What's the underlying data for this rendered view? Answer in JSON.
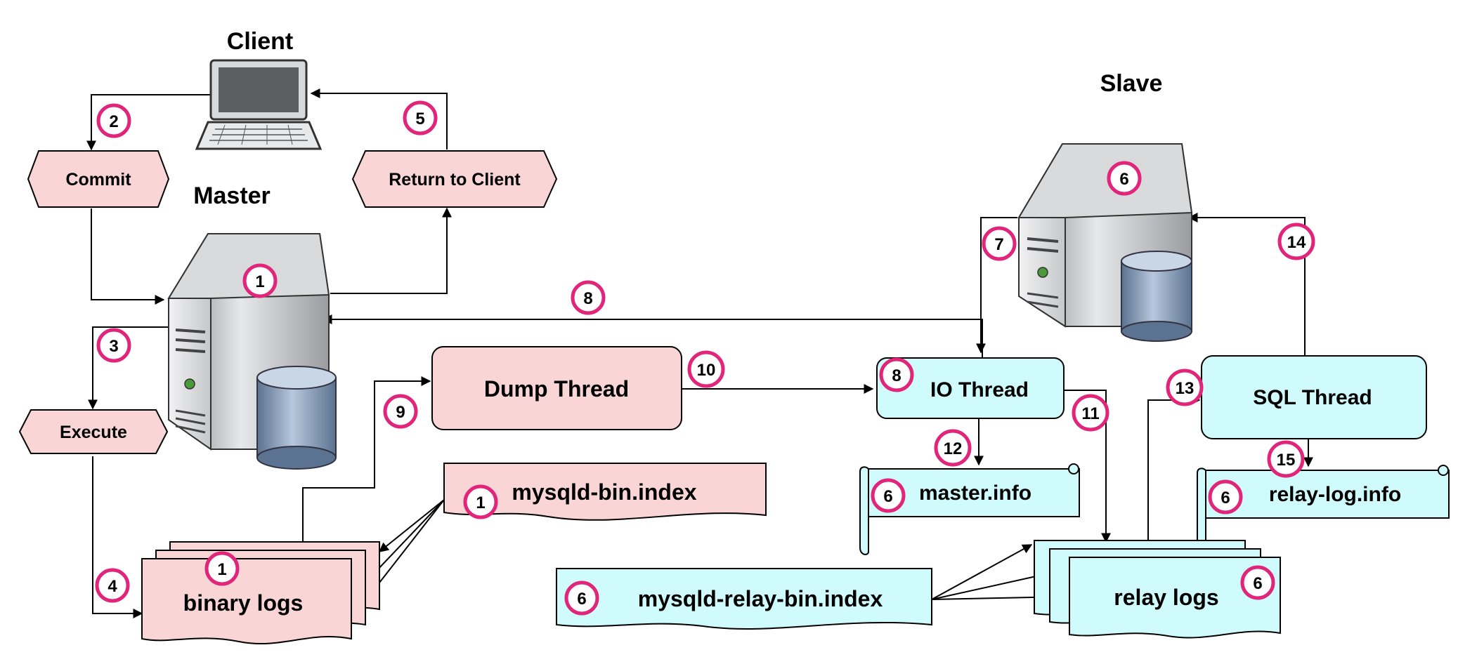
{
  "labels": {
    "client": "Client",
    "master": "Master",
    "slave": "Slave",
    "commit": "Commit",
    "return_to_client": "Return to Client",
    "execute": "Execute",
    "dump_thread": "Dump Thread",
    "io_thread": "IO Thread",
    "sql_thread": "SQL Thread",
    "mysqld_bin_index": "mysqld-bin.index",
    "binary_logs": "binary logs",
    "master_info": "master.info",
    "relay_log_info": "relay-log.info",
    "mysqld_relay_bin_index": "mysqld-relay-bin.index",
    "relay_logs": "relay logs"
  },
  "steps": {
    "commit": "2",
    "return": "5",
    "master_server": "1",
    "execute": "3",
    "write_binlog": "4",
    "binlog_doc": "1",
    "bin_index": "1",
    "io_request": "8",
    "read_binlog": "9",
    "dump_send": "10",
    "io_thread": "8",
    "io_write_relay": "11",
    "io_write_master_info": "12",
    "slave_server": "6",
    "slave_start": "7",
    "sql_read": "13",
    "sql_apply": "14",
    "sql_write_info": "15",
    "master_info": "6",
    "relay_log_info": "6",
    "relay_index": "6",
    "relay_logs": "6"
  },
  "colors": {
    "master_side": "#f9d5d5",
    "slave_side": "#cffbfc",
    "badge_ring": "#e0257a"
  }
}
